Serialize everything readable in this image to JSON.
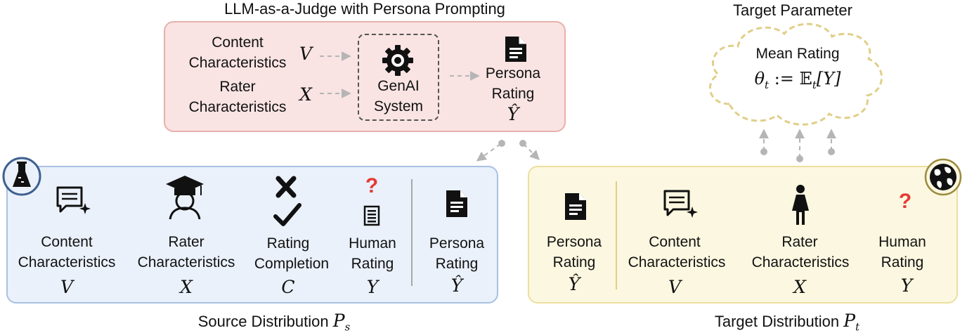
{
  "top": {
    "title": "LLM-as-a-Judge with Persona Prompting",
    "content_label_1": "Content",
    "content_label_2": "Characteristics",
    "content_var": "V",
    "rater_label_1": "Rater",
    "rater_label_2": "Characteristics",
    "rater_var": "X",
    "genai_1": "GenAI",
    "genai_2": "System",
    "persona_1": "Persona",
    "persona_2": "Rating",
    "persona_var": "Ŷ"
  },
  "target_param": {
    "title": "Target Parameter",
    "line1": "Mean Rating",
    "formula": "θt := 𝔼t[Y]",
    "formula_theta": "θ",
    "formula_sub": "t",
    "formula_mid": " := 𝔼",
    "formula_sub2": "t",
    "formula_end": "[Y]"
  },
  "source": {
    "caption": "Source Distribution",
    "caption_var": "P",
    "caption_sub": "s",
    "items": [
      {
        "l1": "Content",
        "l2": "Characteristics",
        "var": "V"
      },
      {
        "l1": "Rater",
        "l2": "Characteristics",
        "var": "X"
      },
      {
        "l1": "Rating",
        "l2": "Completion",
        "var": "C"
      },
      {
        "l1": "Human",
        "l2": "Rating",
        "var": "Y"
      },
      {
        "l1": "Persona",
        "l2": "Rating",
        "var": "Ŷ"
      }
    ],
    "question_mark": "?"
  },
  "target": {
    "caption": "Target Distribution",
    "caption_var": "P",
    "caption_sub": "t",
    "items": [
      {
        "l1": "Persona",
        "l2": "Rating",
        "var": "Ŷ"
      },
      {
        "l1": "Content",
        "l2": "Characteristics",
        "var": "V"
      },
      {
        "l1": "Rater",
        "l2": "Characteristics",
        "var": "X"
      },
      {
        "l1": "Human",
        "l2": "Rating",
        "var": "Y"
      }
    ],
    "question_mark": "?"
  },
  "colors": {
    "top_fill": "#f9e4e3",
    "top_border": "#e8b0ad",
    "source_fill": "#eaf1fb",
    "source_border": "#a9c1e2",
    "target_fill": "#fcf7e0",
    "target_border": "#ecdf9e",
    "cloud_border": "#e0cf8a",
    "arrow": "#b5b5b5",
    "question": "#e53935"
  }
}
